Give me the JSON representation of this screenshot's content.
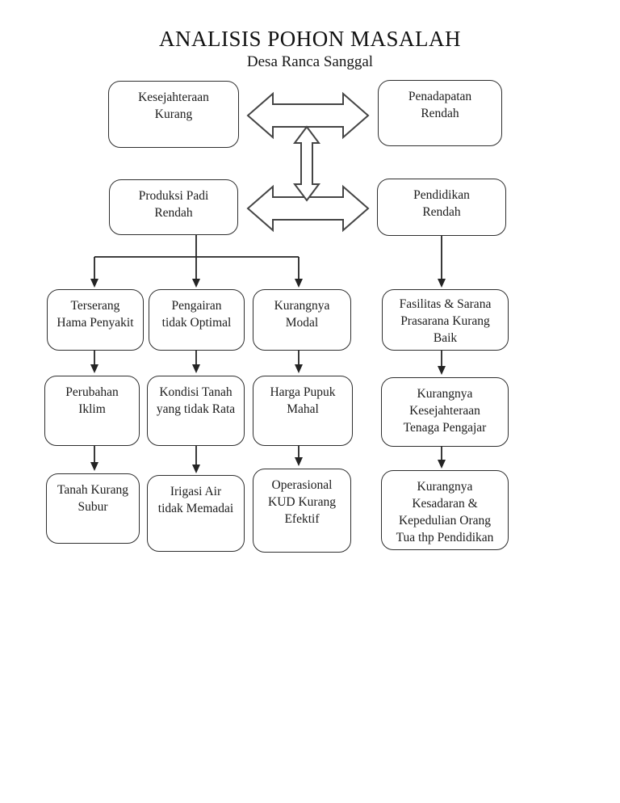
{
  "page": {
    "title": "ANALISIS POHON MASALAH",
    "subtitle": "Desa Ranca Sanggal"
  },
  "colors": {
    "background": "#ffffff",
    "box_border": "#2e2e2e",
    "text": "#1c1c1c",
    "double_arrow_outline": "#454545",
    "double_arrow_fill": "#ffffff",
    "connector": "#242424"
  },
  "nodes": [
    {
      "id": "kesejahteraan-kurang",
      "label": "Kesejahteraan\nKurang"
    },
    {
      "id": "penadapatan-rendah",
      "label": "Penadapatan\nRendah"
    },
    {
      "id": "produksi-padi-rendah",
      "label": "Produksi Padi\nRendah"
    },
    {
      "id": "pendidikan-rendah",
      "label": "Pendidikan\nRendah"
    },
    {
      "id": "terserang-hama-penyakit",
      "label": "Terserang\nHama Penyakit"
    },
    {
      "id": "pengairan-tidak-optimal",
      "label": "Pengairan\ntidak Optimal"
    },
    {
      "id": "kurangnya-modal",
      "label": "Kurangnya\nModal"
    },
    {
      "id": "fasilitas-sarana-prasarana",
      "label": "Fasilitas & Sarana\nPrasarana Kurang\nBaik"
    },
    {
      "id": "perubahan-iklim",
      "label": "Perubahan\nIklim"
    },
    {
      "id": "kondisi-tanah-tidak-rata",
      "label": "Kondisi Tanah\nyang tidak Rata"
    },
    {
      "id": "harga-pupuk-mahal",
      "label": "Harga Pupuk\nMahal"
    },
    {
      "id": "kurangnya-kesejahteraan-pengajar",
      "label": "Kurangnya\nKesejahteraan\nTenaga Pengajar"
    },
    {
      "id": "tanah-kurang-subur",
      "label": "Tanah Kurang\nSubur"
    },
    {
      "id": "irigasi-air-tidak-memadai",
      "label": "Irigasi Air\ntidak Memadai"
    },
    {
      "id": "operasional-kud-kurang-efektif",
      "label": "Operasional\nKUD Kurang\nEfektif"
    },
    {
      "id": "kurangnya-kesadaran-orang-tua",
      "label": "Kurangnya\nKesadaran &\nKepedulian Orang\nTua thp Pendidikan"
    }
  ],
  "connections": [
    {
      "from": "kesejahteraan-kurang",
      "to": "penadapatan-rendah",
      "style": "hollow-double-arrow"
    },
    {
      "from": "produksi-padi-rendah",
      "to": "pendidikan-rendah",
      "style": "hollow-double-arrow"
    },
    {
      "from": "top-row",
      "to": "second-row",
      "style": "hollow-double-arrow-vertical"
    },
    {
      "from": "produksi-padi-rendah",
      "to": "terserang-hama-penyakit",
      "style": "arrow-down"
    },
    {
      "from": "produksi-padi-rendah",
      "to": "pengairan-tidak-optimal",
      "style": "arrow-down"
    },
    {
      "from": "produksi-padi-rendah",
      "to": "kurangnya-modal",
      "style": "arrow-down"
    },
    {
      "from": "pendidikan-rendah",
      "to": "fasilitas-sarana-prasarana",
      "style": "arrow-down"
    },
    {
      "from": "terserang-hama-penyakit",
      "to": "perubahan-iklim",
      "style": "arrow-down"
    },
    {
      "from": "pengairan-tidak-optimal",
      "to": "kondisi-tanah-tidak-rata",
      "style": "arrow-down"
    },
    {
      "from": "kurangnya-modal",
      "to": "harga-pupuk-mahal",
      "style": "arrow-down"
    },
    {
      "from": "fasilitas-sarana-prasarana",
      "to": "kurangnya-kesejahteraan-pengajar",
      "style": "arrow-down"
    },
    {
      "from": "perubahan-iklim",
      "to": "tanah-kurang-subur",
      "style": "arrow-down"
    },
    {
      "from": "kondisi-tanah-tidak-rata",
      "to": "irigasi-air-tidak-memadai",
      "style": "arrow-down"
    },
    {
      "from": "harga-pupuk-mahal",
      "to": "operasional-kud-kurang-efektif",
      "style": "arrow-down"
    },
    {
      "from": "kurangnya-kesejahteraan-pengajar",
      "to": "kurangnya-kesadaran-orang-tua",
      "style": "arrow-down"
    }
  ]
}
